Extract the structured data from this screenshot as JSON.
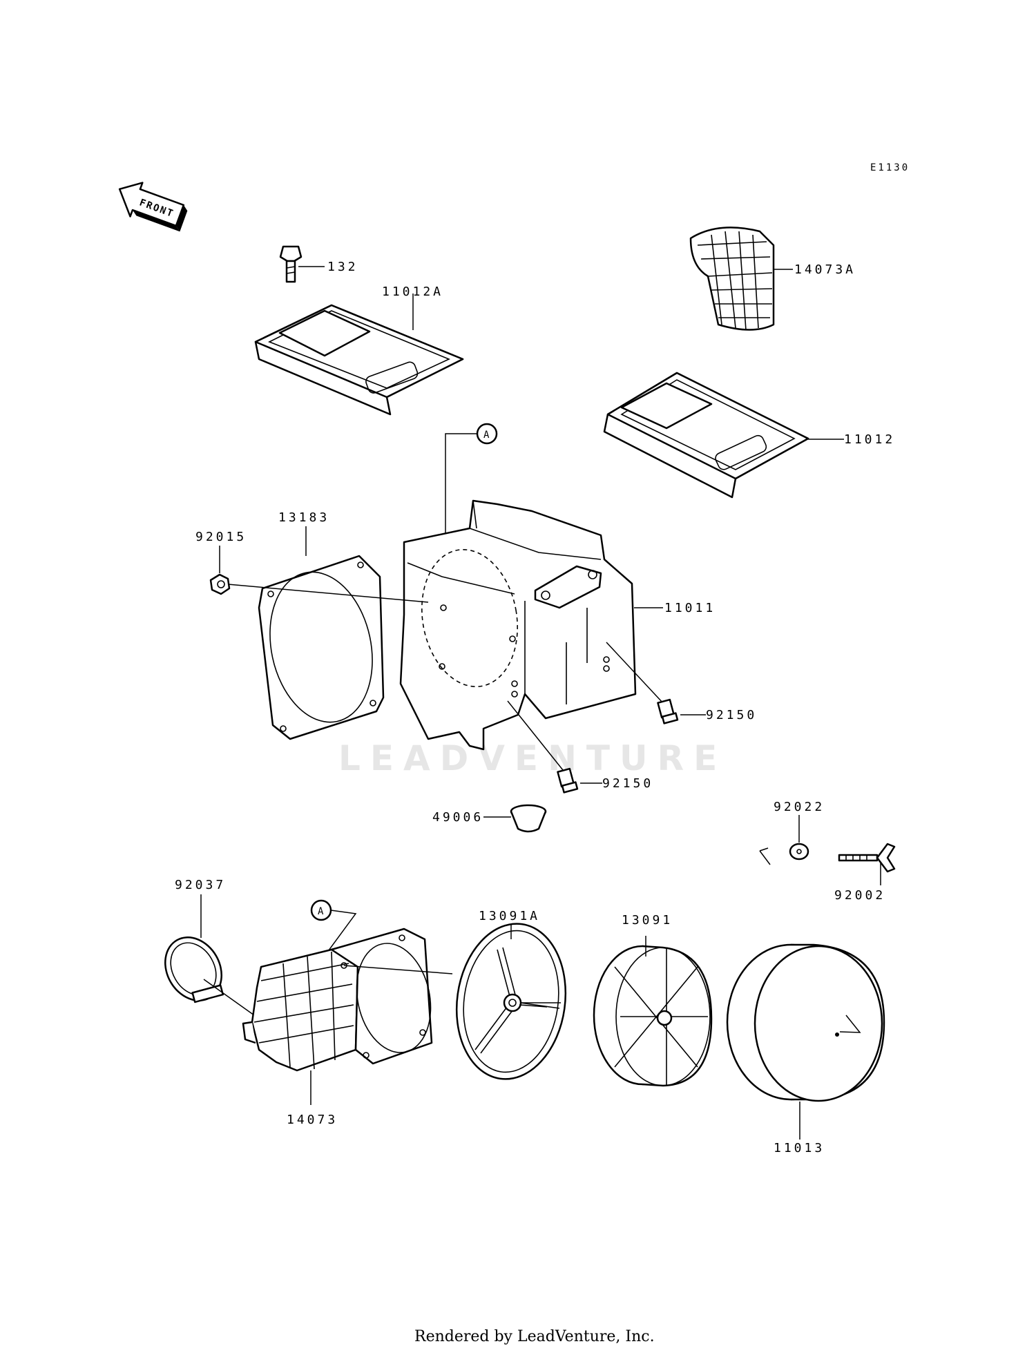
{
  "diagram_code": "E1130",
  "front_arrow_label": "FRONT",
  "watermark": "LEADVENTURE",
  "reference_marker": "A",
  "footer_text": "Rendered by LeadVenture, Inc.",
  "parts": {
    "p132": "132",
    "p11012A": "11012A",
    "p14073A": "14073A",
    "p11012": "11012",
    "p13183": "13183",
    "p92015": "92015",
    "p11011": "11011",
    "p92150_right": "92150",
    "p92150_lower": "92150",
    "p49006": "49006",
    "p92022": "92022",
    "p92002": "92002",
    "p92037": "92037",
    "p13091A": "13091A",
    "p13091": "13091",
    "p14073": "14073",
    "p11013": "11013"
  }
}
